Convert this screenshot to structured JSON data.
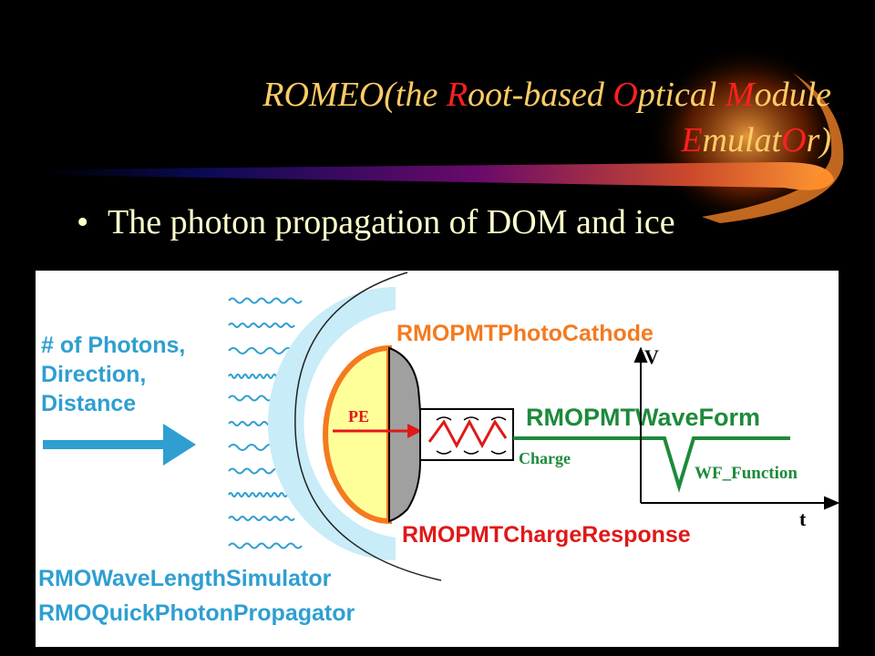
{
  "slide": {
    "title": {
      "line1": [
        {
          "text": "ROMEO(the ",
          "hl": false
        },
        {
          "text": "R",
          "hl": true
        },
        {
          "text": "oot-based ",
          "hl": false
        },
        {
          "text": "O",
          "hl": true
        },
        {
          "text": "ptical ",
          "hl": false
        },
        {
          "text": "M",
          "hl": true
        },
        {
          "text": "odule",
          "hl": false
        }
      ],
      "line2": [
        {
          "text": "E",
          "hl": true
        },
        {
          "text": "mulat",
          "hl": false
        },
        {
          "text": "O",
          "hl": true
        },
        {
          "text": "r)",
          "hl": false
        }
      ]
    },
    "bullet": {
      "symbol": "•",
      "text": "The photon propagation of DOM and ice"
    }
  },
  "diagram": {
    "input_label": [
      "# of Photons,",
      "Direction,",
      "Distance"
    ],
    "pe_label": "PE",
    "photocathode_label": "RMOPMTPhotoCathode",
    "waveform_label": "RMOPMTWaveForm",
    "charge_label": "Charge",
    "wf_function_label": "WF_Function",
    "charge_response_label": "RMOPMTChargeResponse",
    "axis_v_label": "V",
    "axis_t_label": "t",
    "simulator_labels": [
      "RMOWaveLengthSimulator",
      "RMOQuickPhotonPropagator"
    ]
  },
  "colors": {
    "background": "#000000",
    "title_text": "#ffcc66",
    "title_highlight": "#ff2020",
    "bullet_text": "#ffffcc",
    "diagram_blue": "#2e9fd0",
    "diagram_orange": "#f47a20",
    "diagram_green": "#1d8a3a",
    "diagram_red": "#e01818",
    "pmt_yellow": "#ffff99",
    "pmt_grey": "#a0a0a0",
    "glass_lightblue": "#c8ecf8"
  }
}
